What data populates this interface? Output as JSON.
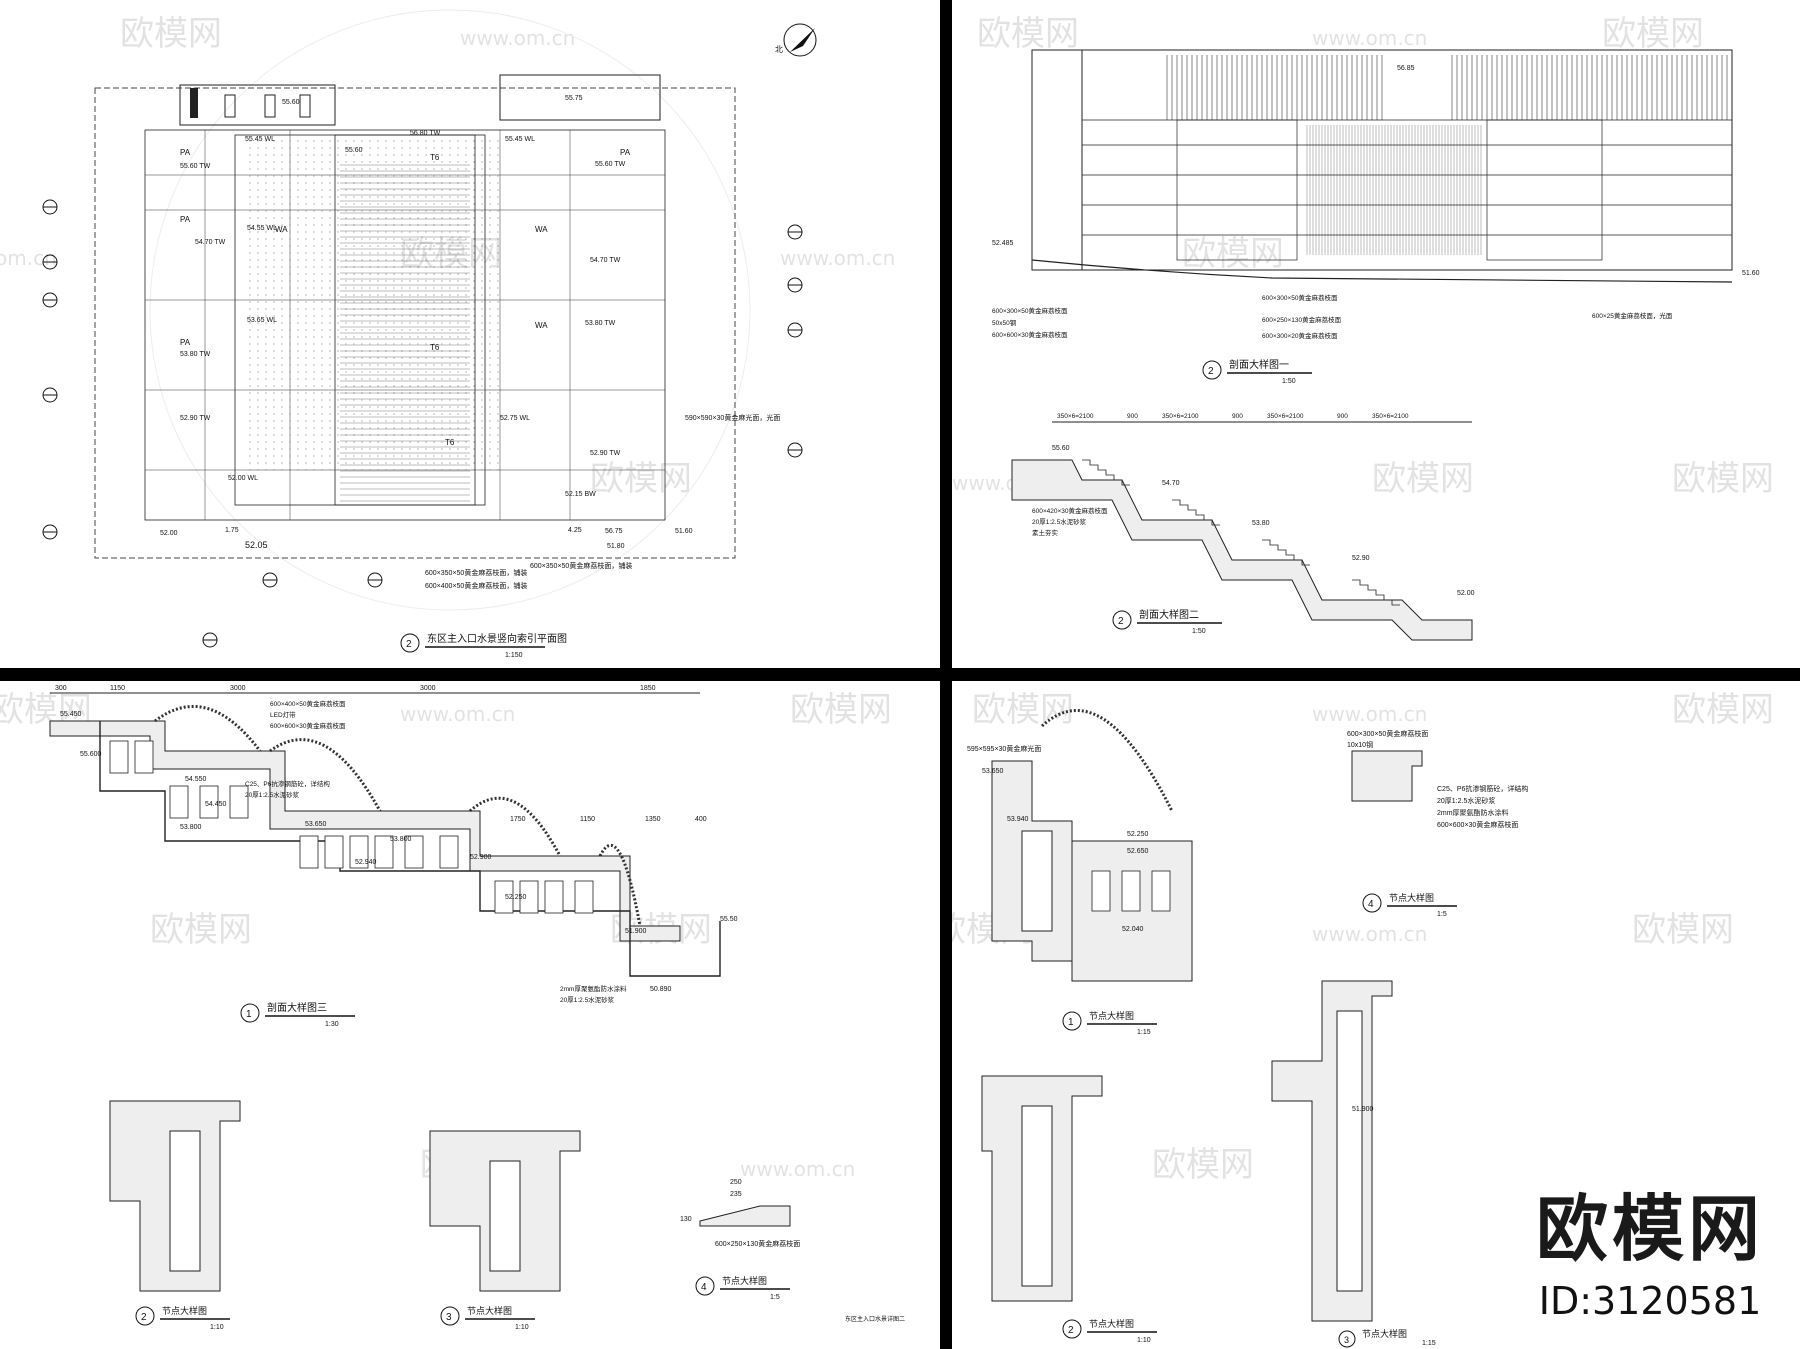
{
  "watermark": {
    "logo_text": "欧模网",
    "site": "www.om.cn",
    "site_short": "om.cn"
  },
  "brand": {
    "name": "欧模网",
    "id": "ID:3120581"
  },
  "sheet_a": {
    "title_no": "2",
    "title": "东区主入口水景竖向索引平面图",
    "scale": "1:150",
    "north": "北",
    "elevations": [
      "55.60",
      "55.45 WL",
      "55.60",
      "56.80 TW",
      "55.75",
      "55.60 TW",
      "55.45 WL",
      "55.60 TW",
      "54.70 TW",
      "54.55 WL",
      "54.70 TW",
      "53.80 TW",
      "53.65 WL",
      "53.80 TW",
      "52.90 TW",
      "52.75 WL",
      "52.90 TW",
      "52.00 WL",
      "52.15 BW",
      "52.00",
      "51.60",
      "52.05",
      "51.80",
      "56.75"
    ],
    "codes": [
      "PA",
      "PA",
      "PA",
      "PA",
      "WA",
      "WA",
      "WA",
      "T6",
      "T6",
      "T6"
    ],
    "notes": [
      "600×350×50黄金麻荔枝面，铺装",
      "600×400×50黄金麻荔枝面，铺装",
      "600×350×50黄金麻荔枝面，铺装",
      "590×590×30黄金麻光面，光面"
    ],
    "bottom_dims": [
      "1.75",
      "4.25"
    ]
  },
  "sheet_b": {
    "elevation_title_no": "2",
    "elevation_title": "剖面大样图一",
    "elevation_scale": "1:50",
    "elevation_levels": [
      "56.85",
      "52.485",
      "51.60"
    ],
    "elevation_notes": [
      "600×300×50黄金麻荔枝面",
      "50x50钢",
      "600×600×30黄金麻荔枝面",
      "600×300×50黄金麻荔枝面",
      "600×250×130黄金麻荔枝面",
      "600×300×20黄金麻荔枝面",
      "600×25黄金麻荔枝面，光面"
    ],
    "section_title_no": "2",
    "section_title": "剖面大样图二",
    "section_scale": "1:50",
    "section_dims": [
      "350×6=2100",
      "900",
      "350×6=2100",
      "900",
      "350×6=2100",
      "900",
      "350×6=2100"
    ],
    "section_levels": [
      "55.60",
      "54.70",
      "53.80",
      "52.90",
      "52.00"
    ],
    "section_notes": [
      "600×420×30黄金麻荔枝面",
      "20厚1:2.5水泥砂浆",
      "素土夯实"
    ]
  },
  "sheet_c": {
    "section_title_no": "1",
    "section_title": "剖面大样图三",
    "section_scale": "1:30",
    "top_dims": [
      "300",
      "1150",
      "3000",
      "3000",
      "1850"
    ],
    "mid_dims": [
      "1750",
      "1150",
      "1350",
      "400"
    ],
    "levels": [
      "55.450",
      "55.600",
      "54.550",
      "54.450",
      "53.800",
      "53.650",
      "53.800",
      "52.940",
      "52.900",
      "52.250",
      "51.900",
      "50.890",
      "55.50"
    ],
    "notes": [
      "600×400×50黄金麻荔枝面",
      "LED灯带",
      "600×600×30黄金麻荔枝面",
      "C25、P6抗渗钢筋砼，详结构",
      "20厚1:2.5水泥砂浆",
      "2mm厚聚氨酯防水涂料",
      "20厚1:2.5水泥砂浆"
    ],
    "detail2_no": "2",
    "detail2_title": "节点大样图",
    "detail2_scale": "1:10",
    "detail3_no": "3",
    "detail3_title": "节点大样图",
    "detail3_scale": "1:10",
    "detail4_no": "4",
    "detail4_title": "节点大样图",
    "detail4_scale": "1:5",
    "detail4_dims": [
      "250",
      "235",
      "130"
    ],
    "detail4_note": "600×250×130黄金麻荔枝面",
    "footer": "东区主入口水景详图二"
  },
  "sheet_d": {
    "detail1_no": "1",
    "detail1_title": "节点大样图",
    "detail1_scale": "1:15",
    "detail1_levels": [
      "53.650",
      "53.940",
      "52.250",
      "52.650",
      "52.040"
    ],
    "detail2_no": "2",
    "detail2_title": "节点大样图",
    "detail2_scale": "1:10",
    "detail3_no": "3",
    "detail3_title": "节点大样图",
    "detail3_scale": "1:15",
    "detail3_level": "51.900",
    "detail4_no": "4",
    "detail4_title": "节点大样图",
    "detail4_scale": "1:5",
    "notes": [
      "595×595×30黄金麻光面",
      "600×300×50黄金麻荔枝面",
      "10x10钢",
      "C25、P6抗渗钢筋砼，详结构",
      "20厚1:2.5水泥砂浆",
      "2mm厚聚氨酯防水涂料",
      "600×600×30黄金麻荔枝面"
    ]
  }
}
